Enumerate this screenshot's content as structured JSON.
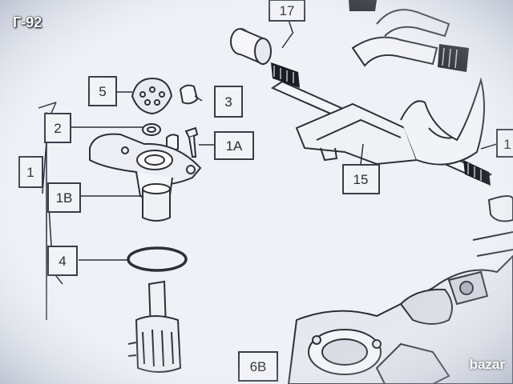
{
  "overlay": {
    "tag": "Г-92",
    "watermark": "bazar"
  },
  "callouts": {
    "c1": "1",
    "c1A": "1A",
    "c1B": "1B",
    "c2": "2",
    "c3": "3",
    "c4": "4",
    "c5": "5",
    "c6B": "6B",
    "c15": "15",
    "c17": "17",
    "c1edge": "1"
  },
  "colors": {
    "paper": "#eef1f6",
    "ink": "#2c2f38",
    "callout_frame": "#3a3d48"
  }
}
